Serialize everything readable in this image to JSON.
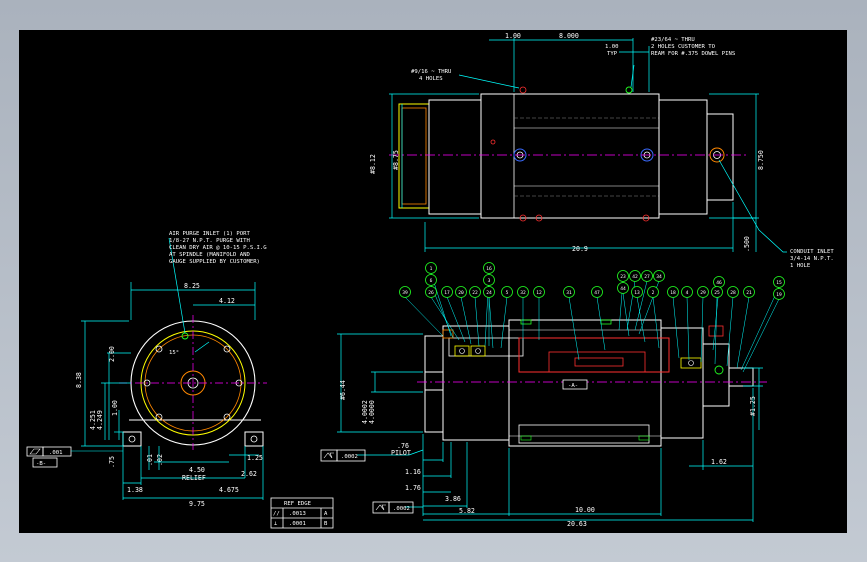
{
  "colors": {
    "background": "#000000",
    "frame": "#b4bcc6",
    "dimension": "#00ffff",
    "part": "#ffffff",
    "centerline": "#ff00ff",
    "highlight": "#ffff00",
    "accent": "#ff8800",
    "red": "#ff3030",
    "green": "#22ff22",
    "blue": "#3a6bff"
  },
  "top_view": {
    "dims_top": [
      "1.00",
      "8.000",
      "1.00",
      "TYP"
    ],
    "hole_note": [
      "#23/64 ~ THRU",
      "2 HOLES CUSTOMER TO",
      "REAM FOR #.375 DOWEL PINS"
    ],
    "thru_note": [
      "#9/16 ~ THRU",
      "4 HOLES"
    ],
    "dia_left_outer": "#8.12",
    "dia_left_inner": "#8.75",
    "height_right": "8.750",
    "length_bottom": "20.9",
    "offset_right": ".500",
    "conduit_note": [
      "CONDUIT INLET",
      "3/4-14 N.P.T.",
      "1 HOLE"
    ]
  },
  "end_view": {
    "purge_note": [
      "AIR PURGE INLET (1) PORT",
      "1/8-27 N.P.T. PURGE WITH",
      "CLEAN DRY AIR @ 10-15 P.S.I.G",
      "AT SPINDLE (MANIFOLD AND",
      "GAUGE SUPPLIED BY CUSTOMER)"
    ],
    "dim_top": "8.25",
    "dim_top_half": "4.12",
    "angle": "15°",
    "dim_height": "8.38",
    "dim_200": "2.00",
    "dim_4251": "4.251",
    "dim_4249": "4.249",
    "dim_100": "1.00",
    "dim_75": ".75",
    "dim_01": ".01",
    "dim_02": ".02",
    "dim_450": "4.50",
    "relief": "RELIEF",
    "dim_125": "1.25",
    "dim_262": "2.62",
    "dim_138": "1.38",
    "dim_4675": "4.675",
    "dim_975": "9.75",
    "datum": "-B-",
    "flatness_val": ".001"
  },
  "tolerance_table": {
    "header": "REF EDGE",
    "rows": [
      {
        "symbol": "//",
        "value": ".0013",
        "ref": "A"
      },
      {
        "symbol": "⊥",
        "value": ".0001",
        "ref": "B"
      }
    ]
  },
  "side_view": {
    "runout1": ".0002",
    "runout2": ".0002",
    "dia_pilot": "#6.44",
    "dia_pilot_tol1": "4.0002",
    "dia_pilot_tol2": "4.0000",
    "pilot_dim": ".76",
    "pilot_label": "PILOT",
    "dim_116": "1.16",
    "dim_176": "1.76",
    "dim_386": "3.86",
    "dim_582": "5.82",
    "dim_1000": "10.00",
    "dim_2063": "20.63",
    "dim_162": "1.62",
    "dia_right": "#1.25",
    "datum": "-A-",
    "balloons": [
      "39",
      "1",
      "6",
      "26",
      "17",
      "20",
      "22",
      "16",
      "3",
      "24",
      "5",
      "32",
      "12",
      "31",
      "47",
      "23",
      "42",
      "27",
      "34",
      "44",
      "13",
      "2",
      "18",
      "4",
      "29",
      "46",
      "25",
      "28",
      "21",
      "15",
      "19"
    ]
  }
}
